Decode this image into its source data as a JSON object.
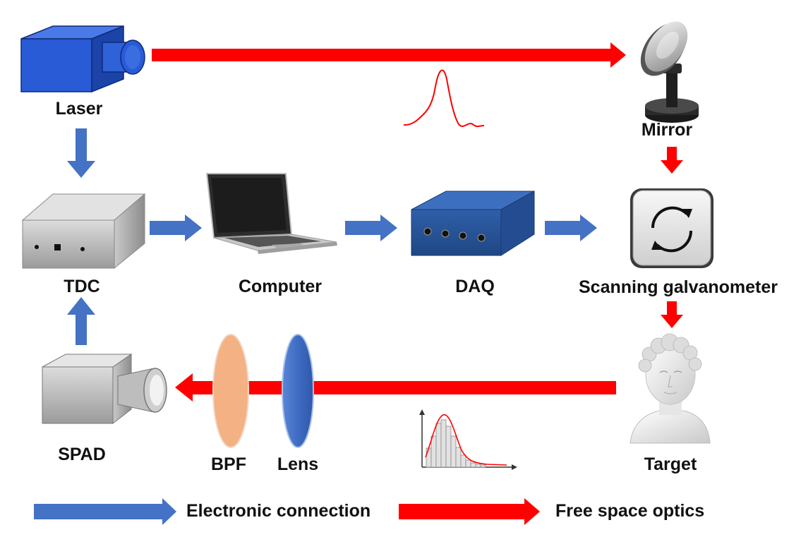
{
  "labels": {
    "laser": "Laser",
    "mirror": "Mirror",
    "tdc": "TDC",
    "computer": "Computer",
    "daq": "DAQ",
    "galvo": "Scanning galvanometer",
    "spad": "SPAD",
    "bpf": "BPF",
    "lens": "Lens",
    "target": "Target"
  },
  "legend": {
    "electronic": "Electronic connection",
    "optics": "Free space optics"
  },
  "colors": {
    "electronic": "#4472c4",
    "optics": "#ff0000",
    "laser_body": "#2a5bd7",
    "bpf": "#f4b183",
    "lens": "#4472c4"
  },
  "icons": [
    "laser-device-icon",
    "mirror-icon",
    "tdc-box-icon",
    "laptop-icon",
    "daq-box-icon",
    "galvanometer-icon",
    "spad-detector-icon",
    "bust-statue-icon",
    "pulse-waveform-icon",
    "histogram-icon"
  ]
}
